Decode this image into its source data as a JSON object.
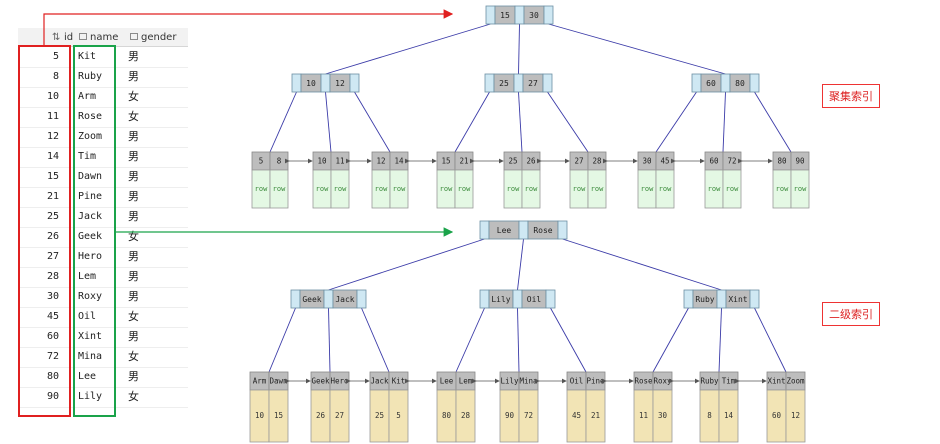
{
  "table": {
    "headers": {
      "id": "id",
      "name": "name",
      "gender": "gender"
    },
    "rows": [
      {
        "id": "5",
        "name": "Kit",
        "gender": "男"
      },
      {
        "id": "8",
        "name": "Ruby",
        "gender": "男"
      },
      {
        "id": "10",
        "name": "Arm",
        "gender": "女"
      },
      {
        "id": "11",
        "name": "Rose",
        "gender": "女"
      },
      {
        "id": "12",
        "name": "Zoom",
        "gender": "男"
      },
      {
        "id": "14",
        "name": "Tim",
        "gender": "男"
      },
      {
        "id": "15",
        "name": "Dawn",
        "gender": "男"
      },
      {
        "id": "21",
        "name": "Pine",
        "gender": "男"
      },
      {
        "id": "25",
        "name": "Jack",
        "gender": "男"
      },
      {
        "id": "26",
        "name": "Geek",
        "gender": "女"
      },
      {
        "id": "27",
        "name": "Hero",
        "gender": "男"
      },
      {
        "id": "28",
        "name": "Lem",
        "gender": "男"
      },
      {
        "id": "30",
        "name": "Roxy",
        "gender": "男"
      },
      {
        "id": "45",
        "name": "Oil",
        "gender": "女"
      },
      {
        "id": "60",
        "name": "Xint",
        "gender": "男"
      },
      {
        "id": "72",
        "name": "Mina",
        "gender": "女"
      },
      {
        "id": "80",
        "name": "Lee",
        "gender": "男"
      },
      {
        "id": "90",
        "name": "Lily",
        "gender": "女"
      }
    ]
  },
  "labels": {
    "clustered": "聚集索引",
    "secondary": "二级索引"
  },
  "clustered_tree": {
    "root": [
      "15",
      "30"
    ],
    "internal": [
      [
        "10",
        "12"
      ],
      [
        "25",
        "27"
      ],
      [
        "60",
        "80"
      ]
    ],
    "leaves": [
      {
        "keys": [
          "5",
          "8"
        ],
        "values": [
          "row",
          "row"
        ]
      },
      {
        "keys": [
          "10",
          "11"
        ],
        "values": [
          "row",
          "row"
        ]
      },
      {
        "keys": [
          "12",
          "14"
        ],
        "values": [
          "row",
          "row"
        ]
      },
      {
        "keys": [
          "15",
          "21"
        ],
        "values": [
          "row",
          "row"
        ]
      },
      {
        "keys": [
          "25",
          "26"
        ],
        "values": [
          "row",
          "row"
        ]
      },
      {
        "keys": [
          "27",
          "28"
        ],
        "values": [
          "row",
          "row"
        ]
      },
      {
        "keys": [
          "30",
          "45"
        ],
        "values": [
          "row",
          "row"
        ]
      },
      {
        "keys": [
          "60",
          "72"
        ],
        "values": [
          "row",
          "row"
        ]
      },
      {
        "keys": [
          "80",
          "90"
        ],
        "values": [
          "row",
          "row"
        ]
      }
    ]
  },
  "secondary_tree": {
    "root": [
      "Lee",
      "Rose"
    ],
    "internal": [
      [
        "Geek",
        "Jack"
      ],
      [
        "Lily",
        "Oil"
      ],
      [
        "Ruby",
        "Xint"
      ]
    ],
    "leaves": [
      {
        "keys": [
          "Arm",
          "Dawn"
        ],
        "values": [
          "10",
          "15"
        ]
      },
      {
        "keys": [
          "Geek",
          "Hero"
        ],
        "values": [
          "26",
          "27"
        ]
      },
      {
        "keys": [
          "Jack",
          "Kit"
        ],
        "values": [
          "25",
          "5"
        ]
      },
      {
        "keys": [
          "Lee",
          "Lem"
        ],
        "values": [
          "80",
          "28"
        ]
      },
      {
        "keys": [
          "Lily",
          "Mina"
        ],
        "values": [
          "90",
          "72"
        ]
      },
      {
        "keys": [
          "Oil",
          "Pine"
        ],
        "values": [
          "45",
          "21"
        ]
      },
      {
        "keys": [
          "Rose",
          "Roxy"
        ],
        "values": [
          "11",
          "30"
        ]
      },
      {
        "keys": [
          "Ruby",
          "Tim"
        ],
        "values": [
          "8",
          "14"
        ]
      },
      {
        "keys": [
          "Xint",
          "Zoom"
        ],
        "values": [
          "60",
          "12"
        ]
      }
    ]
  },
  "colors": {
    "key": "#bdbdbd",
    "pointer": "#cfe8f3",
    "clustered_leaf_value": "#e4f8e4",
    "secondary_leaf_value": "#f2e4b5",
    "edge": "#3b3ba8",
    "red": "#e02020",
    "green": "#1aa34a"
  }
}
